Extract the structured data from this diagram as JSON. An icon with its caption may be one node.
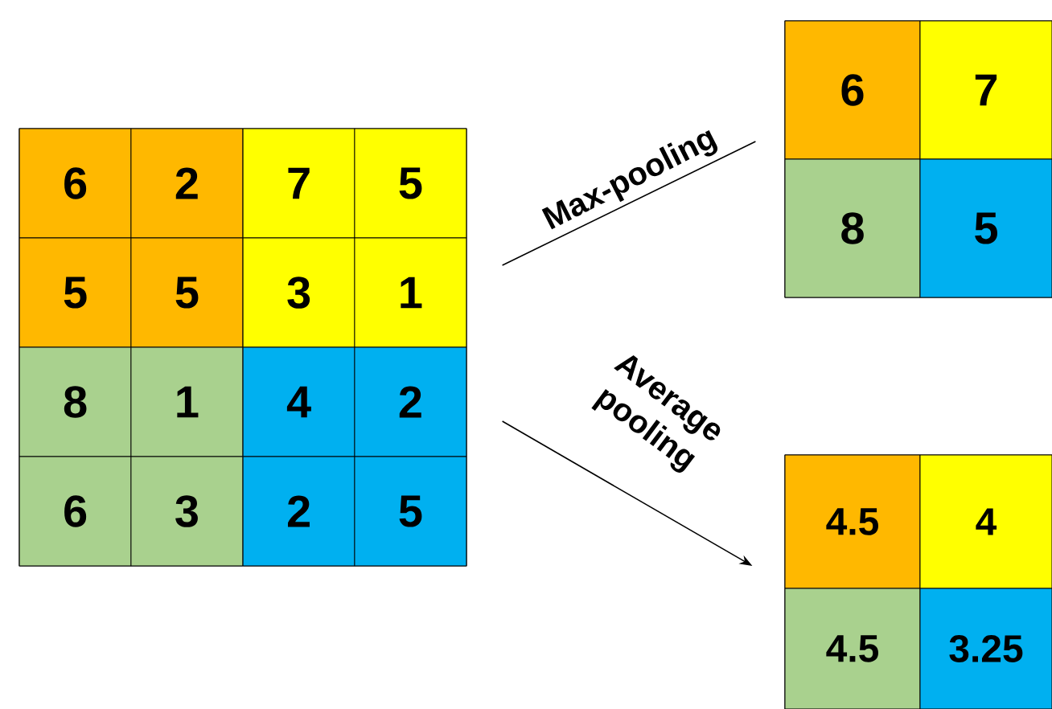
{
  "diagram": {
    "nodes": [
      {
        "text": [],
        "shape": "box"
      },
      {
        "text": [
          "6"
        ],
        "in": 0
      },
      {
        "text": [
          "2"
        ],
        "in": 0
      },
      {
        "text": [
          "7"
        ],
        "in": 0
      },
      {
        "text": [
          "5"
        ],
        "in": 0
      },
      {
        "text": [
          "5"
        ],
        "in": 0
      },
      {
        "text": [
          "5"
        ],
        "in": 0
      },
      {
        "text": [
          "3"
        ],
        "in": 0
      },
      {
        "text": [
          "1"
        ],
        "in": 0
      },
      {
        "text": [
          "8"
        ],
        "in": 0
      },
      {
        "text": [
          "1"
        ],
        "in": 0
      },
      {
        "text": [
          "4"
        ],
        "in": 0
      },
      {
        "text": [
          "2"
        ],
        "in": 0
      },
      {
        "text": [
          "6"
        ],
        "in": 0
      },
      {
        "text": [
          "3"
        ],
        "in": 0
      },
      {
        "text": [
          "2"
        ],
        "in": 0
      },
      {
        "text": [
          "5"
        ],
        "in": 0
      },
      {
        "text": [],
        "shape": "box"
      },
      {
        "text": [
          "6"
        ],
        "in": 17
      },
      {
        "text": [
          "7"
        ],
        "in": 17
      },
      {
        "text": [
          "8"
        ],
        "in": 17
      },
      {
        "text": [
          "5"
        ],
        "in": 17
      },
      {
        "text": [],
        "shape": "box"
      },
      {
        "text": [
          "4.5"
        ],
        "in": 22
      },
      {
        "text": [
          "4"
        ],
        "in": 22
      },
      {
        "text": [
          "4.5"
        ],
        "in": 22
      },
      {
        "text": [
          "3.25"
        ],
        "in": 22
      }
    ],
    "edges": [
      {
        "from": 0,
        "to": 17,
        "arrow": "none",
        "label": "Max-pooling"
      },
      {
        "from": 0,
        "to": 22,
        "arrow": "to",
        "label": "Average pooling"
      }
    ]
  }
}
